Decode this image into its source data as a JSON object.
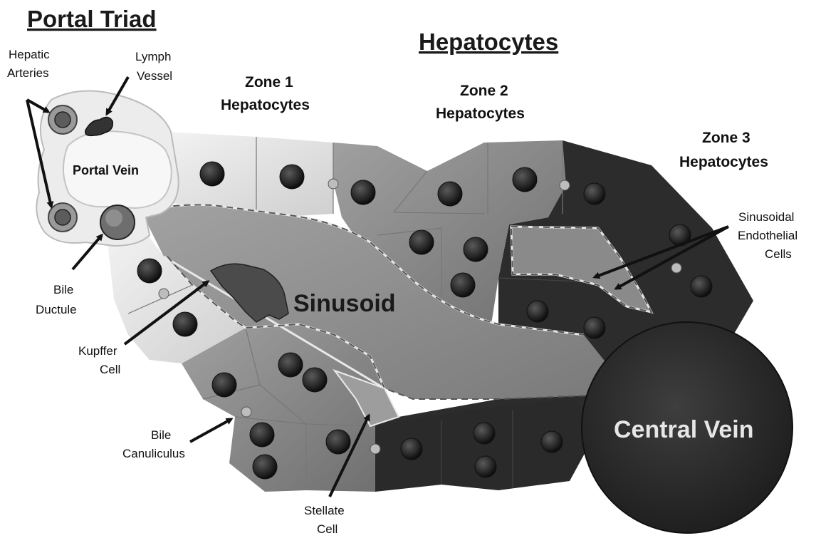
{
  "headers": {
    "portal_triad": "Portal Triad",
    "hepatocytes": "Hepatocytes"
  },
  "zones": {
    "zone1": [
      "Zone 1",
      "Hepatocytes"
    ],
    "zone2": [
      "Zone 2",
      "Hepatocytes"
    ],
    "zone3": [
      "Zone 3",
      "Hepatocytes"
    ]
  },
  "structures": {
    "portal_vein": "Portal Vein",
    "sinusoid": "Sinusoid",
    "central_vein": "Central Vein"
  },
  "labels": {
    "hepatic_arteries": [
      "Hepatic",
      "Arteries"
    ],
    "lymph_vessel": [
      "Lymph",
      "Vessel"
    ],
    "bile_ductule": [
      "Bile",
      "Ductule"
    ],
    "kupffer_cell": [
      "Kupffer",
      "Cell"
    ],
    "bile_canuliculus": [
      "Bile",
      "Canuliculus"
    ],
    "stellate_cell": [
      "Stellate",
      "Cell"
    ],
    "sinusoidal_endothelial": [
      "Sinusoidal",
      "Endothelial",
      "Cells"
    ]
  },
  "colors": {
    "zone1": "#e6e6e6",
    "zone2": "#858585",
    "zone3": "#2b2b2b",
    "sinusoid": "#8c8c8c",
    "central_vein": "#2a2a2a",
    "nucleus": "#1c1c1c"
  }
}
